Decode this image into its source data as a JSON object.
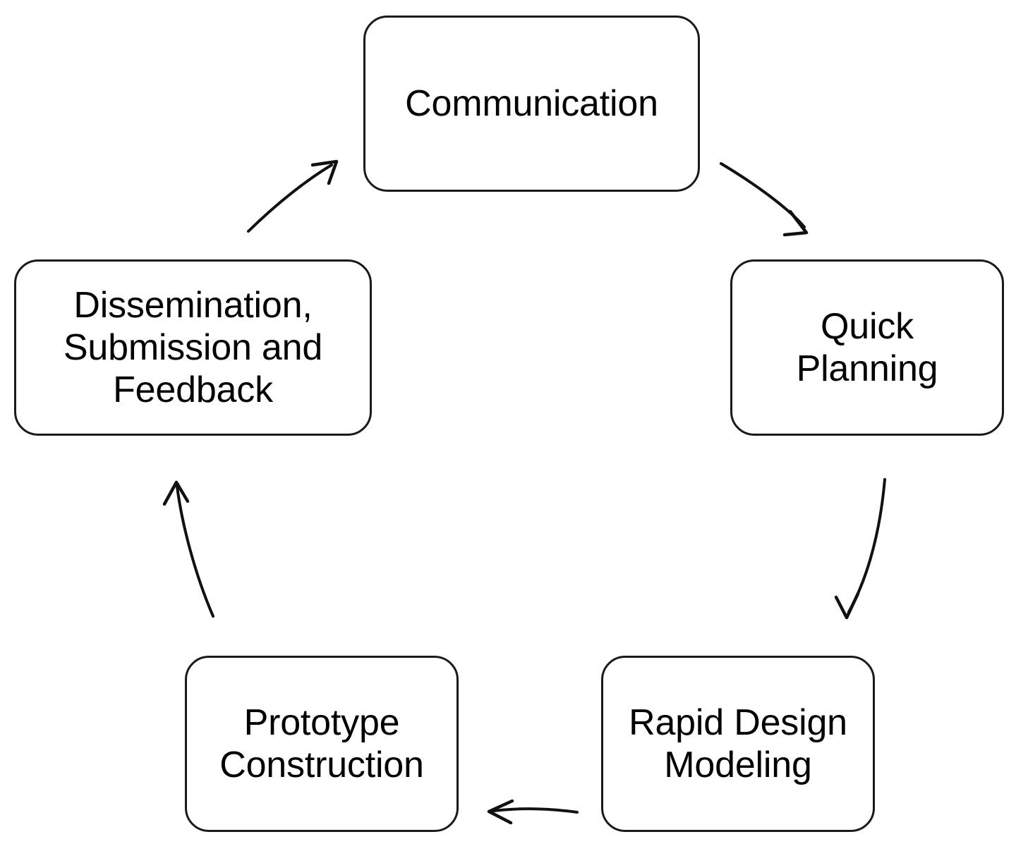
{
  "diagram": {
    "type": "cycle-flowchart",
    "background_color": "#ffffff",
    "stroke_color": "#111111",
    "text_color": "#000000",
    "nodes": [
      {
        "id": "communication",
        "label": "Communication"
      },
      {
        "id": "quick-planning",
        "label": "Quick\nPlanning"
      },
      {
        "id": "rapid-design-modeling",
        "label": "Rapid Design\nModeling"
      },
      {
        "id": "prototype-construction",
        "label": "Prototype\nConstruction"
      },
      {
        "id": "dissemination",
        "label": "Dissemination,\nSubmission and\nFeedback"
      }
    ],
    "edges": [
      {
        "id": "edge-communication-to-quick-planning",
        "from": "Communication",
        "to": "Quick Planning",
        "direction": "down-right",
        "style": "curved-arrow"
      },
      {
        "id": "edge-quick-planning-to-rapid-design-modeling",
        "from": "Quick Planning",
        "to": "Rapid Design Modeling",
        "direction": "down",
        "style": "curved-arrow"
      },
      {
        "id": "edge-rapid-design-modeling-to-prototype-construction",
        "from": "Rapid Design Modeling",
        "to": "Prototype Construction",
        "direction": "left",
        "style": "straight-arrow"
      },
      {
        "id": "edge-prototype-construction-to-dissemination",
        "from": "Prototype Construction",
        "to": "Dissemination, Submission and Feedback",
        "direction": "up",
        "style": "curved-arrow"
      },
      {
        "id": "edge-dissemination-to-communication",
        "from": "Dissemination, Submission and Feedback",
        "to": "Communication",
        "direction": "up-right",
        "style": "curved-arrow"
      }
    ]
  }
}
